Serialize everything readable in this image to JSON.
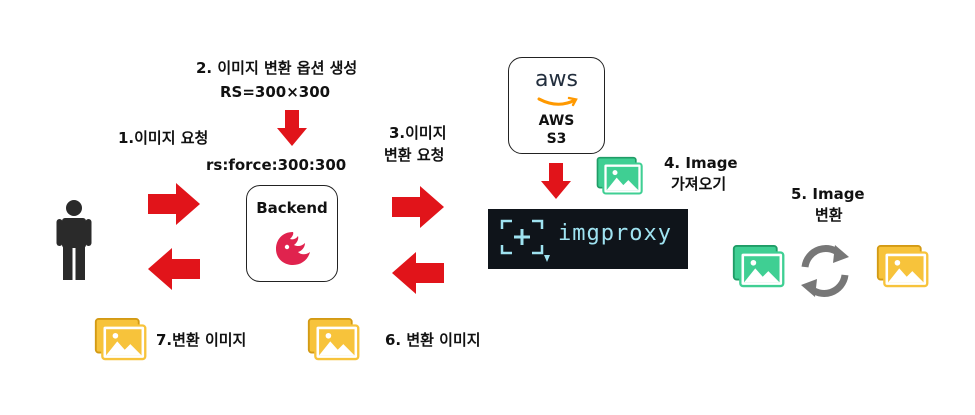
{
  "labels": {
    "step1": "1.이미지 요청",
    "step2_line1": "2. 이미지 변환 옵션 생성",
    "step2_line2": "RS=300×300",
    "step2_line3": "rs:force:300:300",
    "step3_line1": "3.이미지",
    "step3_line2": "변환 요청",
    "step4_line1": "4. Image",
    "step4_line2": "가져오기",
    "step5_line1": "5. Image",
    "step5_line2": "변환",
    "step6": "6. 변환 이미지",
    "step7": "7.변환 이미지"
  },
  "nodes": {
    "backend": "Backend",
    "aws_logo": "aws",
    "aws_line1": "AWS",
    "aws_line2": "S3",
    "imgproxy": "imgproxy"
  },
  "colors": {
    "arrow": "#e1141a",
    "image_green": "#3fcf93",
    "image_yellow": "#f7c33b",
    "person": "#2a2a2a",
    "nest": "#e0234e",
    "aws_smile": "#ff9900",
    "imgproxy_bg": "#0f141a",
    "imgproxy_accent": "#9fe3f1",
    "refresh": "#777777"
  }
}
